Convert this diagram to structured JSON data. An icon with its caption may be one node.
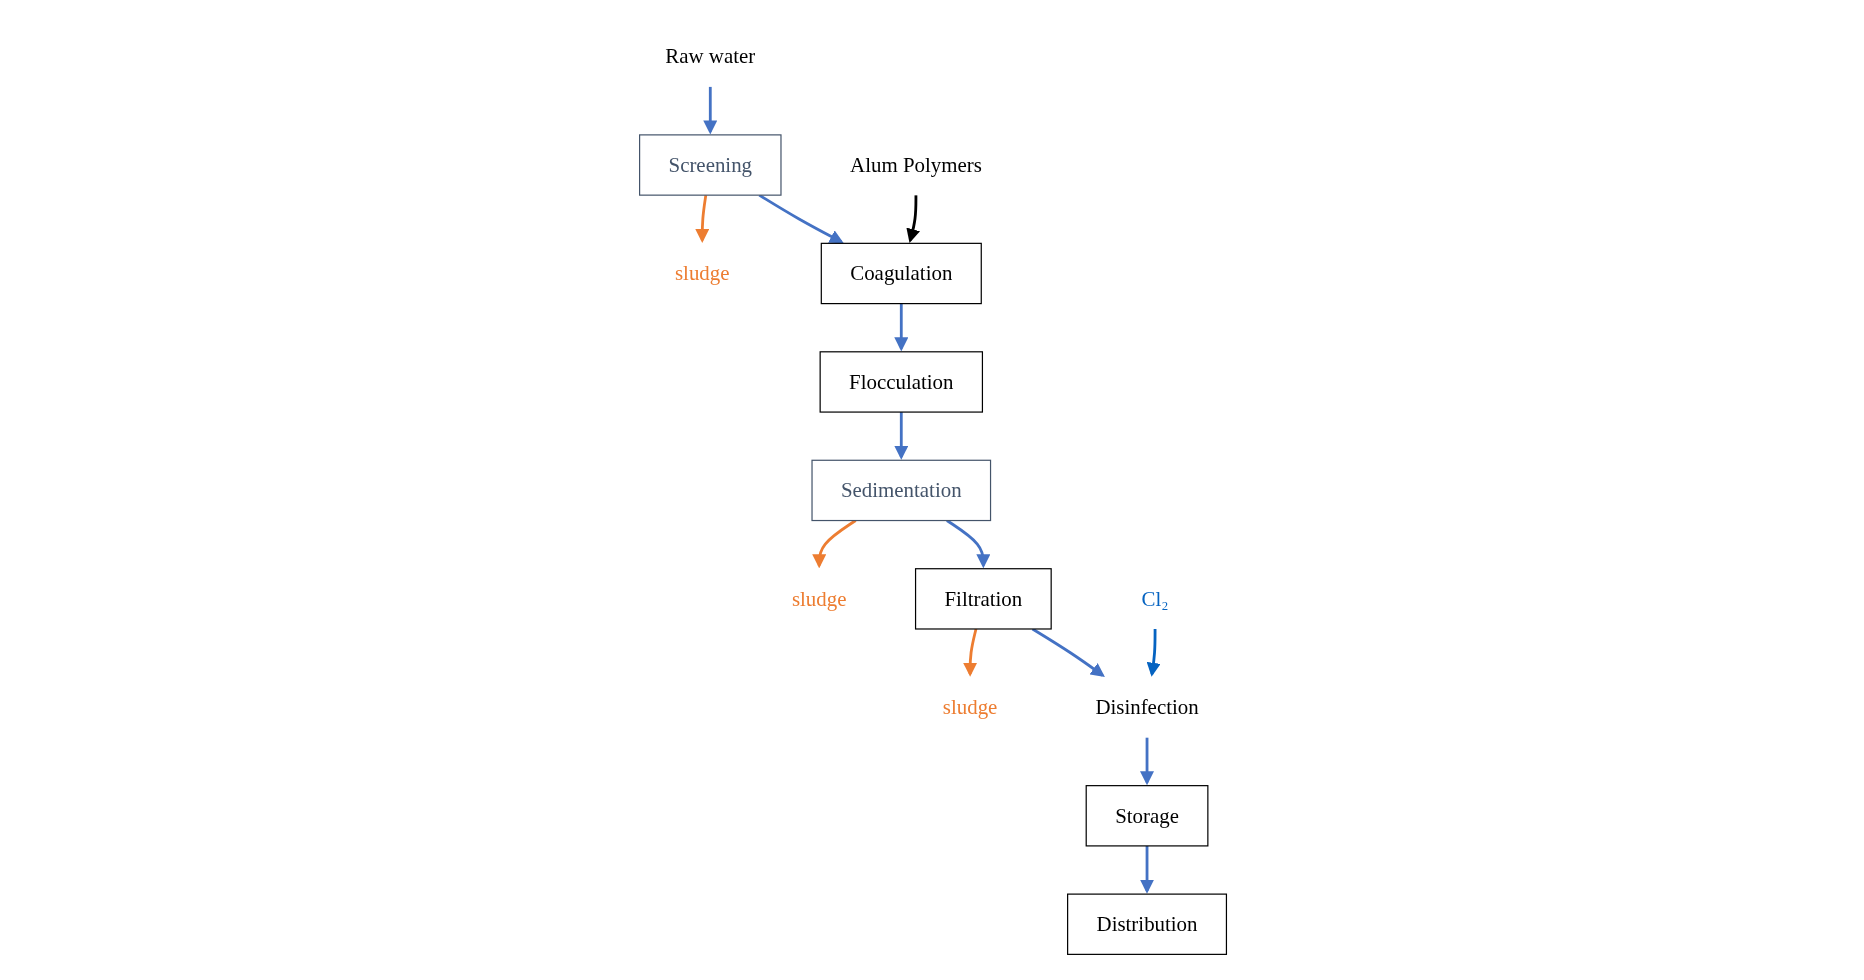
{
  "diagram": {
    "nodes": [
      {
        "text": [
          "Raw water"
        ]
      },
      {
        "text": [
          "Screening"
        ]
      },
      {
        "text": [
          "sludge"
        ]
      },
      {
        "text": [
          "Alum Polymers"
        ]
      },
      {
        "text": [
          "Coagulation"
        ]
      },
      {
        "text": [
          "Flocculation"
        ]
      },
      {
        "text": [
          "Sedimentation"
        ]
      },
      {
        "text": [
          "sludge"
        ]
      },
      {
        "text": [
          "Filtration"
        ]
      },
      {
        "text": [
          "sludge"
        ]
      },
      {
        "text": [
          "Cl₂"
        ]
      },
      {
        "text": [
          "Disinfection"
        ]
      },
      {
        "text": [
          "Storage"
        ]
      },
      {
        "text": [
          "Distribution"
        ]
      }
    ],
    "edges": [
      {
        "from": 0,
        "to": 1,
        "arrow": "to"
      },
      {
        "from": 1,
        "to": 2,
        "arrow": "to",
        "color": "#ed7d31"
      },
      {
        "from": 1,
        "to": 4,
        "arrow": "to"
      },
      {
        "from": 3,
        "to": 4,
        "arrow": "to",
        "color": "#000000"
      },
      {
        "from": 4,
        "to": 5,
        "arrow": "to"
      },
      {
        "from": 5,
        "to": 6,
        "arrow": "to"
      },
      {
        "from": 6,
        "to": 7,
        "arrow": "to",
        "color": "#ed7d31"
      },
      {
        "from": 6,
        "to": 8,
        "arrow": "to"
      },
      {
        "from": 8,
        "to": 9,
        "arrow": "to",
        "color": "#ed7d31"
      },
      {
        "from": 8,
        "to": 11,
        "arrow": "to"
      },
      {
        "from": 10,
        "to": 11,
        "arrow": "to",
        "color": "#0563c1"
      },
      {
        "from": 11,
        "to": 12,
        "arrow": "to"
      },
      {
        "from": 12,
        "to": 13,
        "arrow": "to"
      }
    ]
  }
}
